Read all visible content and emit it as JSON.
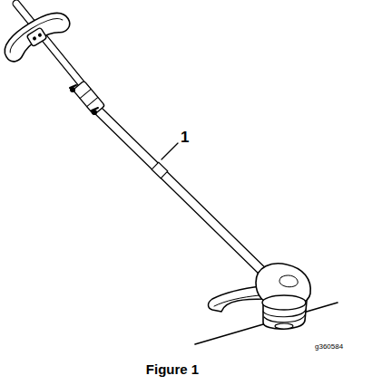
{
  "diagram": {
    "caption": "Figure 1",
    "labels": [
      "1",
      "g360584"
    ]
  }
}
